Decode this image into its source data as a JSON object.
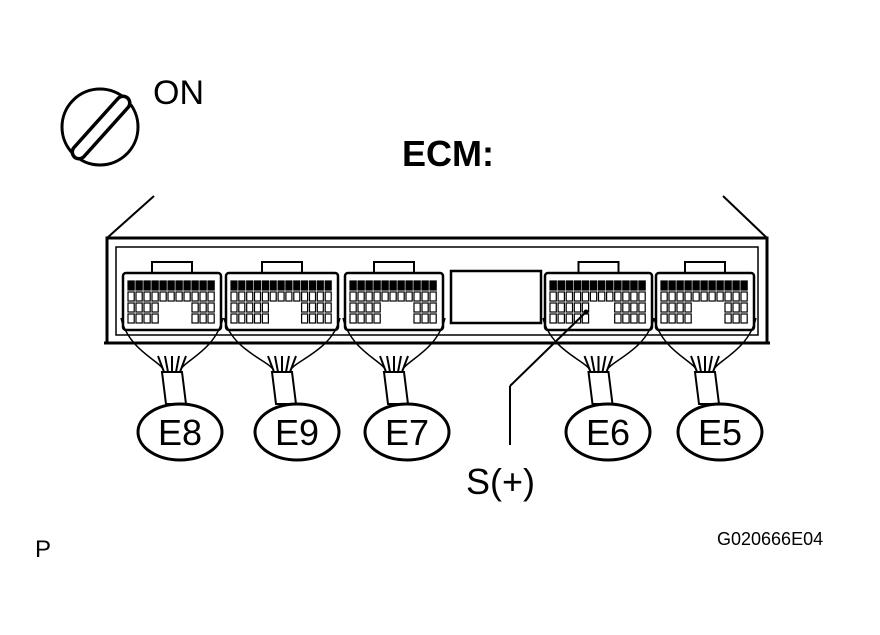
{
  "ignition": {
    "state_label": "ON"
  },
  "ecm": {
    "title": "ECM:"
  },
  "connectors": [
    {
      "id": "E8"
    },
    {
      "id": "E9"
    },
    {
      "id": "E7"
    },
    {
      "id": "E6"
    },
    {
      "id": "E5"
    }
  ],
  "terminal": {
    "label": "S(+)"
  },
  "footer": {
    "left_code": "P",
    "figure_code": "G020666E04"
  }
}
